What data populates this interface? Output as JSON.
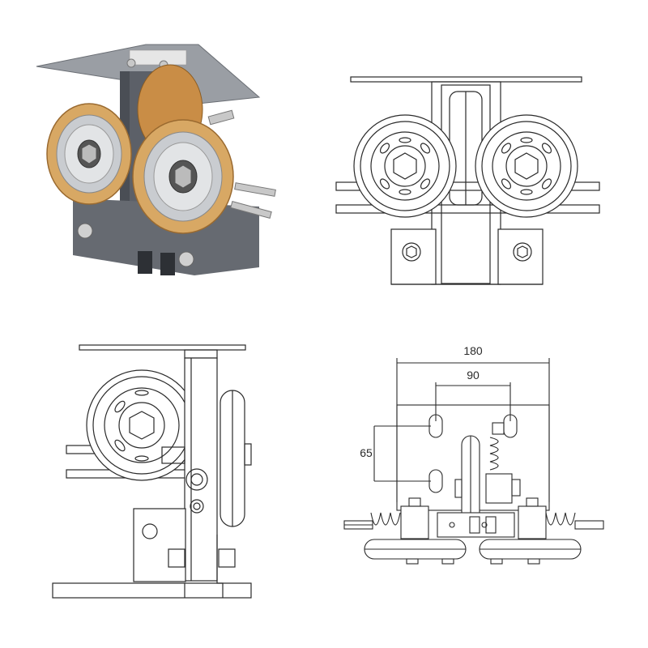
{
  "dimensions": {
    "overall_width": "180",
    "hole_spacing_horizontal": "90",
    "hole_spacing_vertical": "65"
  },
  "colors": {
    "line": "#2a2a2a",
    "roller_tire": "#d8a864",
    "roller_tire_dark": "#b98442",
    "metal_body": "#5c6068",
    "metal_plate": "#8c9096",
    "bearing_silver": "#c9ccd0"
  },
  "views": {
    "photo": {
      "icon": "product-photo"
    },
    "front": {
      "icon": "front-view-drawing"
    },
    "side": {
      "icon": "side-view-drawing"
    },
    "plan": {
      "icon": "top-view-dimension-drawing"
    }
  }
}
